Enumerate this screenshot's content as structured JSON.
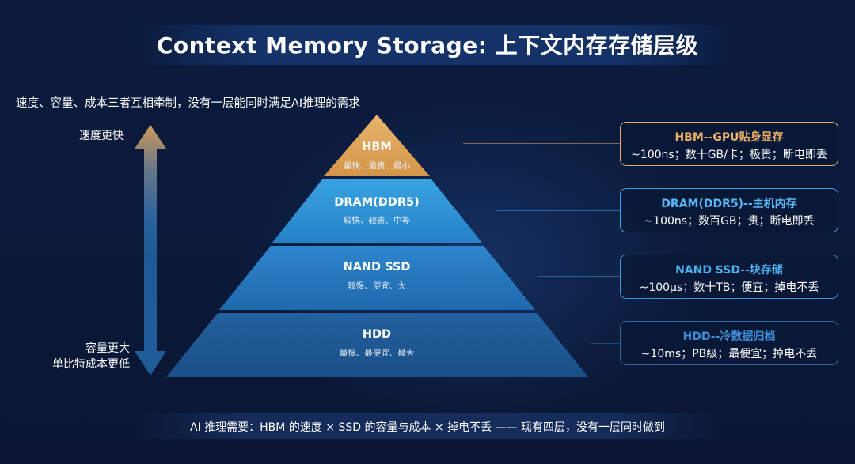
{
  "title": "Context Memory Storage: 上下文内存存储层级",
  "subtitle": "速度、容量、成本三者互相牵制，没有一层能同时满足AI推理的需求",
  "axis": {
    "top_label": "速度更快",
    "bottom_label_1": "容量更大",
    "bottom_label_2": "单比特成本更低"
  },
  "tiers": [
    {
      "name": "HBM",
      "traits": "最快、最贵、最小",
      "color": "#e0a75e"
    },
    {
      "name": "DRAM(DDR5)",
      "traits": "较快、较贵、中等",
      "color": "#2f8fd0"
    },
    {
      "name": "NAND SSD",
      "traits": "较慢、便宜、大",
      "color": "#2673b6"
    },
    {
      "name": "HDD",
      "traits": "最慢、最便宜、最大",
      "color": "#1c5c9a"
    }
  ],
  "cards": [
    {
      "title": "HBM--GPU贴身显存",
      "desc": "~100ns；数十GB/卡；极贵；断电即丢",
      "accent": "#e6a960"
    },
    {
      "title": "DRAM(DDR5)--主机内存",
      "desc": "~100ns；数百GB；贵；断电即丢",
      "accent": "#3aa0e6"
    },
    {
      "title": "NAND SSD--块存储",
      "desc": "~100μs；数十TB；便宜；掉电不丢",
      "accent": "#3a96d8"
    },
    {
      "title": "HDD--冷数据归档",
      "desc": "~10ms；PB级；最便宜；掉电不丢",
      "accent": "#2f6aa6"
    }
  ],
  "footer": "AI 推理需要：HBM 的速度 × SSD 的容量与成本 × 掉电不丢 —— 现有四层，没有一层同时做到"
}
